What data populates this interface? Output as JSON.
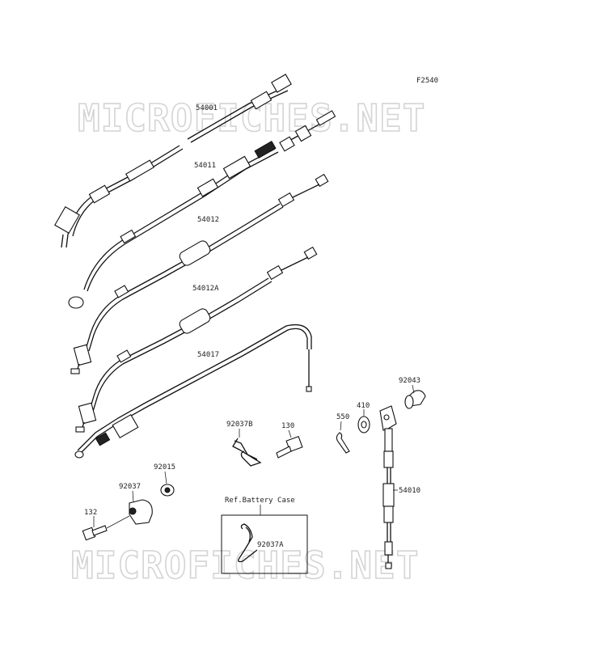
{
  "diagram_code": "F2540",
  "watermark": "MICROFICHES.NET",
  "ref_box_label": "Ref.Battery Case",
  "parts": {
    "p54001": "54001",
    "p54011": "54011",
    "p54012": "54012",
    "p54012A": "54012A",
    "p54017": "54017",
    "p92043": "92043",
    "p410": "410",
    "p550": "550",
    "p92037B": "92037B",
    "p130": "130",
    "p92015": "92015",
    "p92037": "92037",
    "p132": "132",
    "p54010": "54010",
    "p92037A": "92037A"
  }
}
